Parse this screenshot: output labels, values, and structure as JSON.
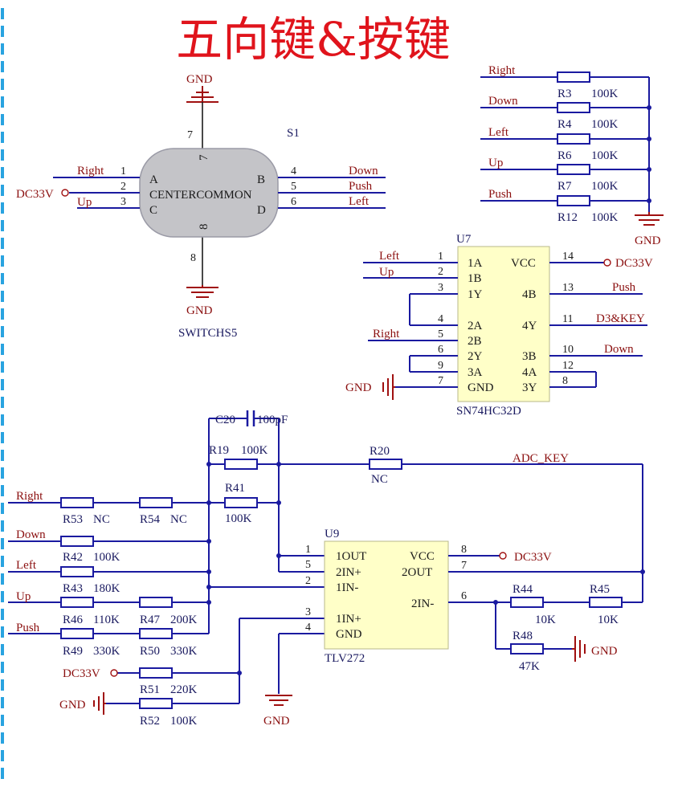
{
  "title": "五向键&按键",
  "nets": {
    "right": "Right",
    "down": "Down",
    "left": "Left",
    "up": "Up",
    "push": "Push",
    "dc33v": "DC33V",
    "gnd": "GND",
    "d3key": "D3&KEY",
    "adckey": "ADC_KEY"
  },
  "s1": {
    "ref": "S1",
    "value": "SWITCHS5",
    "pins": [
      "1",
      "2",
      "3",
      "4",
      "5",
      "6",
      "7",
      "8"
    ],
    "labels": {
      "a": "A",
      "b": "B",
      "c": "C",
      "d": "D",
      "center": "CENTERCOMMON",
      "p7": "7",
      "p8": "8"
    }
  },
  "pullups": {
    "refs": [
      "R3",
      "R4",
      "R6",
      "R7",
      "R12"
    ],
    "value": "100K"
  },
  "u7": {
    "ref": "U7",
    "value": "SN74HC32D",
    "left_pins": [
      "1",
      "2",
      "3",
      "4",
      "5",
      "6",
      "9",
      "7"
    ],
    "left_names": [
      "1A",
      "1B",
      "1Y",
      "2A",
      "2B",
      "2Y",
      "3A",
      "GND"
    ],
    "right_pins": [
      "14",
      "13",
      "11",
      "10",
      "12",
      "8"
    ],
    "right_names": [
      "VCC",
      "4B",
      "4Y",
      "3B",
      "4A",
      "3Y"
    ]
  },
  "u9": {
    "ref": "U9",
    "value": "TLV272",
    "left_pins": [
      "1",
      "5",
      "2",
      "3",
      "4"
    ],
    "left_names": [
      "1OUT",
      "2IN+",
      "1IN-",
      "1IN+",
      "GND"
    ],
    "right_pins": [
      "8",
      "7",
      "6"
    ],
    "right_names": [
      "VCC",
      "2OUT",
      "2IN-"
    ]
  },
  "ladder": {
    "c20": "C20",
    "c20v": "100pF",
    "r19": "R19",
    "r19v": "100K",
    "r20": "R20",
    "r20v": "NC",
    "r41": "R41",
    "r41v": "100K",
    "r53": "R53",
    "r53v": "NC",
    "r54": "R54",
    "r54v": "NC",
    "r42": "R42",
    "r42v": "100K",
    "r43": "R43",
    "r43v": "180K",
    "r46": "R46",
    "r46v": "110K",
    "r47": "R47",
    "r47v": "200K",
    "r49": "R49",
    "r49v": "330K",
    "r50": "R50",
    "r50v": "330K",
    "r51": "R51",
    "r51v": "220K",
    "r52": "R52",
    "r52v": "100K",
    "r44": "R44",
    "r44v": "10K",
    "r45": "R45",
    "r45v": "10K",
    "r48": "R48",
    "r48v": "47K"
  }
}
